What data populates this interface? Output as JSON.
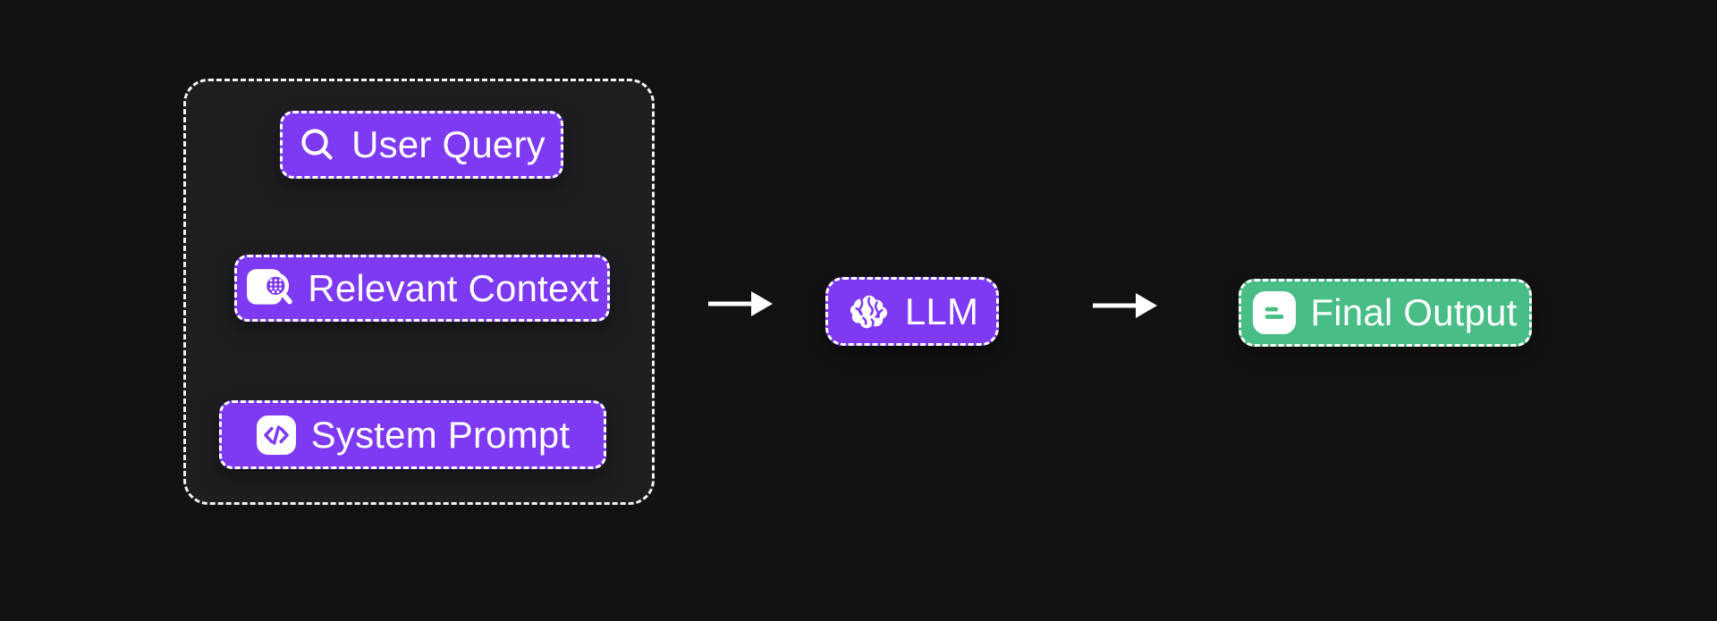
{
  "flow": {
    "inputs_group": {
      "items": [
        {
          "label": "User Query",
          "icon": "search-icon"
        },
        {
          "label": "Relevant Context",
          "icon": "document-search-icon"
        },
        {
          "label": "System Prompt",
          "icon": "code-icon"
        }
      ]
    },
    "llm_node": {
      "label": "LLM",
      "icon": "brain-icon"
    },
    "output_node": {
      "label": "Final Output",
      "icon": "document-lines-icon"
    },
    "connectors": {
      "arrow_1": "right-arrow",
      "arrow_2": "right-arrow"
    },
    "colors": {
      "background": "#121213",
      "group_fill": "#1E1E20",
      "node_purple": "#7E3AF2",
      "node_green": "#48BD85",
      "border": "#FFFFFF",
      "text": "#FFFFFF"
    }
  }
}
